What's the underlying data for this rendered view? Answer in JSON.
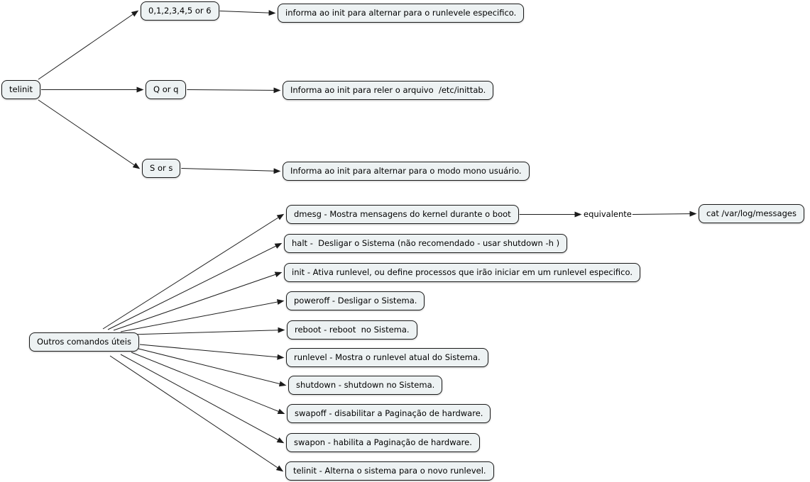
{
  "theme": {
    "background": "#ffffff",
    "node_fill": "#edf2f3",
    "node_border": "#1a1a1a",
    "edge_color": "#1c1c1c",
    "text_color": "#000000"
  },
  "diagram": {
    "telinit": {
      "root": "telinit",
      "branches": [
        {
          "arg": "0,1,2,3,4,5 or 6",
          "desc": "informa ao init para alternar para o runlevele especifico."
        },
        {
          "arg": "Q or q",
          "desc": "Informa ao init para reler o arquivo  /etc/inittab."
        },
        {
          "arg": "S or s",
          "desc": "Informa ao init para alternar para o modo mono usuário."
        }
      ]
    },
    "outros": {
      "root": "Outros comandos úteis",
      "items": [
        "dmesg - Mostra mensagens do kernel durante o boot",
        "halt -  Desligar o Sistema (não recomendado - usar shutdown -h )",
        "init - Ativa runlevel, ou define processos que irão iniciar em um runlevel especifico.",
        "poweroff - Desligar o Sistema.",
        "reboot - reboot  no Sistema.",
        "runlevel - Mostra o runlevel atual do Sistema.",
        "shutdown - shutdown no Sistema.",
        "swapoff - disabilitar a Paginação de hardware.",
        "swapon - habilita a Paginação de hardware.",
        "telinit - Alterna o sistema para o novo runlevel."
      ],
      "equivalente_label": "equivalente",
      "equivalente_target": "cat /var/log/messages"
    }
  }
}
